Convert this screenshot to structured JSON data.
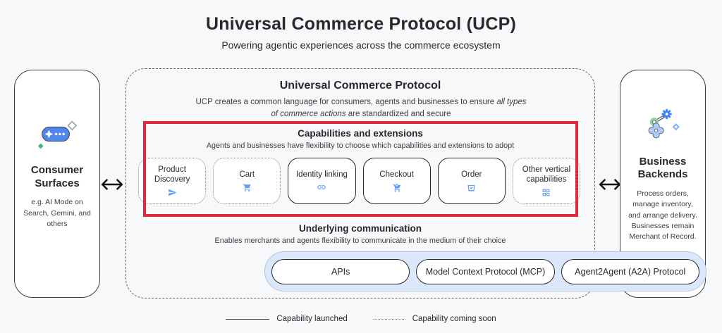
{
  "page": {
    "title": "Universal Commerce Protocol (UCP)",
    "subtitle": "Powering agentic experiences across the commerce ecosystem"
  },
  "consumer": {
    "title": "Consumer Surfaces",
    "caption": "e.g. AI Mode on Search, Gemini, and others",
    "icon": "ai-chat-pill-icon"
  },
  "business": {
    "title": "Business Backends",
    "caption": "Process orders, manage inventory, and arrange delivery. Businesses remain Merchant of Record.",
    "icon": "gears-icon"
  },
  "ucp": {
    "title": "Universal Commerce Protocol",
    "description_prefix": "UCP creates a common language for consumers, agents and businesses to ensure ",
    "description_italic": "all types of commerce actions",
    "description_suffix": " are standardized and secure"
  },
  "capabilities": {
    "title": "Capabilities and extensions",
    "subtitle": "Agents and businesses have flexibility to choose which capabilities and extensions to adopt",
    "highlight_color": "#e0293f",
    "icon_color": "#669df6",
    "cards": [
      {
        "label": "Product Discovery",
        "icon": "send-icon",
        "status": "coming-soon"
      },
      {
        "label": "Cart",
        "icon": "cart-icon",
        "status": "coming-soon"
      },
      {
        "label": "Identity linking",
        "icon": "link-icon",
        "status": "launched"
      },
      {
        "label": "Checkout",
        "icon": "cart-checkout-icon",
        "status": "launched"
      },
      {
        "label": "Order",
        "icon": "order-check-icon",
        "status": "launched"
      },
      {
        "label": "Other vertical capabilities",
        "icon": "grid-icon",
        "status": "coming-soon"
      }
    ]
  },
  "communication": {
    "title": "Underlying communication",
    "subtitle": "Enables merchants and agents flexibility to communicate in the medium of their choice",
    "pills": [
      {
        "label": "APIs"
      },
      {
        "label": "Model Context Protocol (MCP)"
      },
      {
        "label": "Agent2Agent (A2A) Protocol"
      }
    ]
  },
  "legend": {
    "items": [
      {
        "style": "solid",
        "label": "Capability launched"
      },
      {
        "style": "dotted",
        "label": "Capability coming soon"
      }
    ]
  }
}
